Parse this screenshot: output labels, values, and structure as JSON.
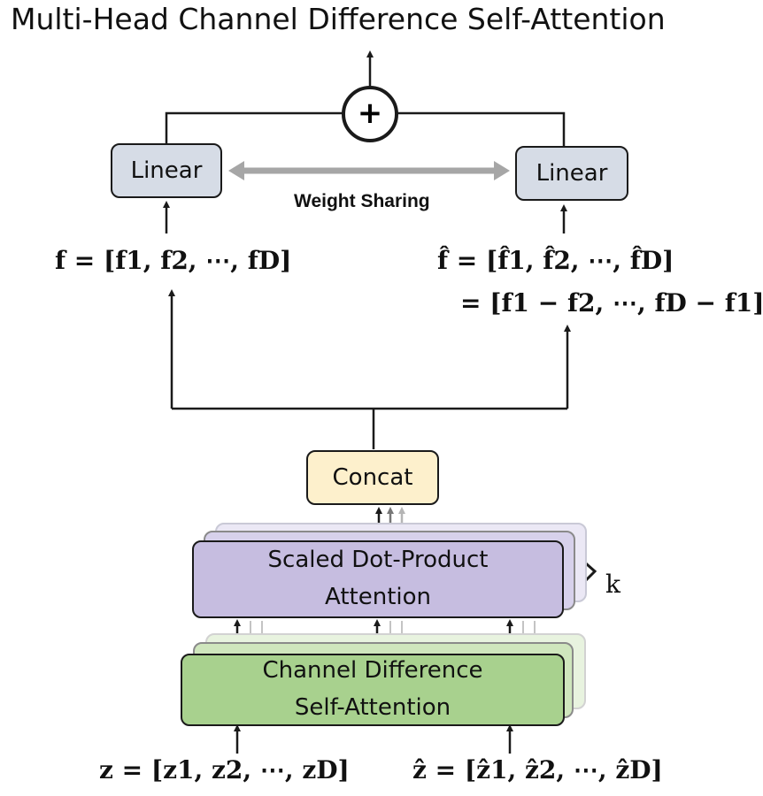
{
  "title": "Multi-Head Channel Difference Self-Attention",
  "blocks": {
    "linear_left": "Linear",
    "linear_right": "Linear",
    "weight_sharing": "Weight Sharing",
    "concat": "Concat",
    "sdpa_line1": "Scaled Dot-Product",
    "sdpa_line2": "Attention",
    "cdsa_line1": "Channel Difference",
    "cdsa_line2": "Self-Attention",
    "sum_symbol": "+",
    "heads_label": "k"
  },
  "equations": {
    "f_left": "f = [f1, f2, ⋯, fD]",
    "f_hat_line1": "f̂ = [f̂1, f̂2, ⋯, f̂D]",
    "f_hat_line2": "= [f1 − f2, ⋯, fD − f1]",
    "z": "z = [z1, z2, ⋯, zD]",
    "z_hat": "ẑ = [ẑ1, ẑ2, ⋯, ẑD]"
  },
  "colors": {
    "linear": "#d6dce6",
    "concat": "#fdf0cc",
    "sdpa": "#c6bde0",
    "cdsa": "#a8d18e",
    "weight_arrow": "#a6a6a6",
    "stroke": "#1a1a1a"
  }
}
